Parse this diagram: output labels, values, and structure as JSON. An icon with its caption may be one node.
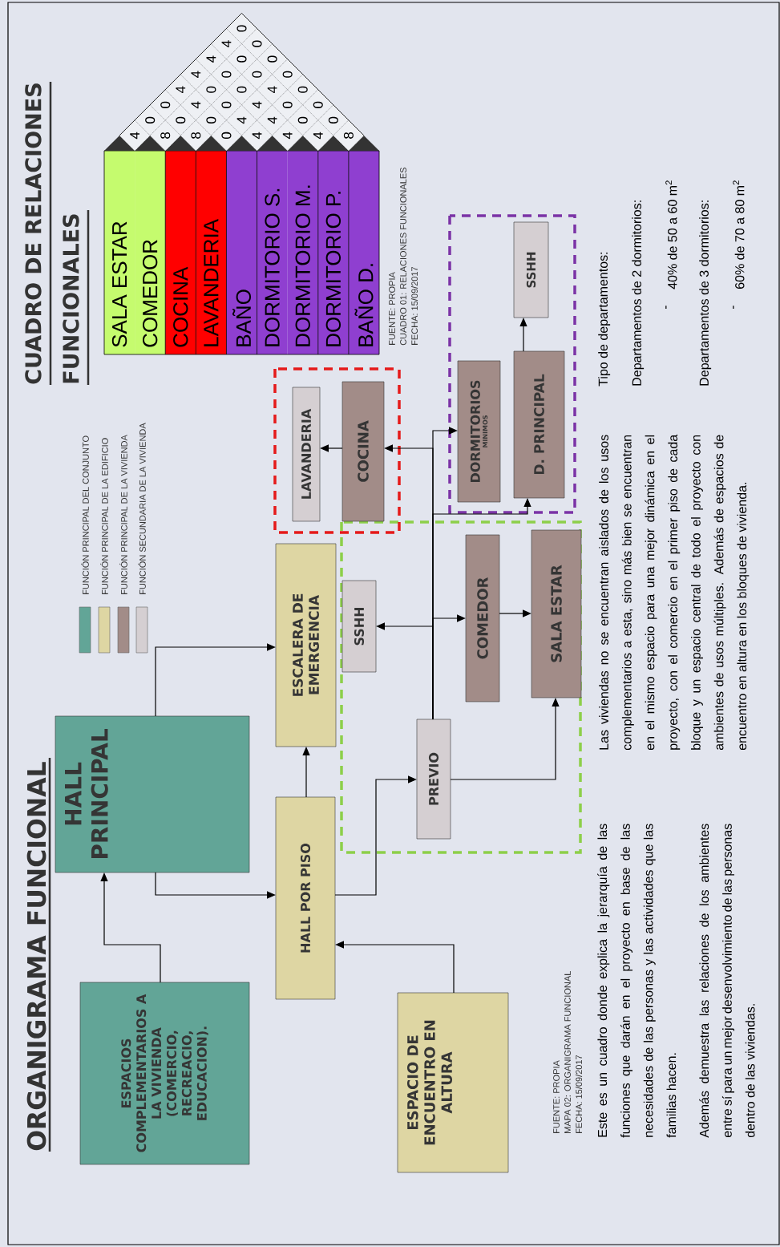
{
  "diagram": {
    "title": "ORGANIGRAMA FUNCIONAL",
    "nodes": [
      {
        "text": [
          "HALL PRINCIPAL"
        ]
      },
      {
        "text": [
          "ESPACIOS COMPLEMENTARIOS A LA VIVIENDA (COMERCIO, RECREACIO, EDUCACION)."
        ]
      },
      {
        "text": [
          "HALL POR PISO"
        ]
      },
      {
        "text": [
          "ESCALERA DE EMERGENCIA"
        ]
      },
      {
        "text": [
          "ESPACIO DE ENCUENTRO EN ALTURA"
        ]
      },
      {
        "text": [
          "PREVIO"
        ]
      },
      {
        "text": [
          "SSHH"
        ]
      },
      {
        "text": [
          "COMEDOR"
        ]
      },
      {
        "text": [
          "SALA ESTAR"
        ]
      },
      {
        "text": [
          "LAVANDERIA"
        ]
      },
      {
        "text": [
          "COCINA"
        ]
      },
      {
        "text": [
          "DORMITORIOS",
          "MINIMOS"
        ]
      },
      {
        "text": [
          "D. PRINCIPAL"
        ]
      },
      {
        "text": [
          "SSHH"
        ]
      }
    ],
    "edges": [
      {
        "from": 1,
        "to": 0,
        "arrow": "to"
      },
      {
        "from": 0,
        "to": 2,
        "arrow": "to"
      },
      {
        "from": 0,
        "to": 3,
        "arrow": "to"
      },
      {
        "from": 2,
        "to": 3,
        "arrow": "to"
      },
      {
        "from": 4,
        "to": 2,
        "arrow": "to"
      },
      {
        "from": 2,
        "to": 5,
        "arrow": "to"
      },
      {
        "from": 5,
        "to": 8,
        "arrow": "to"
      },
      {
        "from": 5,
        "to": 6,
        "arrow": "to"
      },
      {
        "from": 5,
        "to": 7,
        "arrow": "to"
      },
      {
        "from": 5,
        "to": 10,
        "arrow": "to"
      },
      {
        "from": 5,
        "to": 11,
        "arrow": "to"
      },
      {
        "from": 5,
        "to": 12,
        "arrow": "to"
      },
      {
        "from": 7,
        "to": 8,
        "arrow": "to"
      },
      {
        "from": 10,
        "to": 9,
        "arrow": "to"
      },
      {
        "from": 12,
        "to": 13,
        "arrow": "to"
      }
    ],
    "labels": [
      "CUADRO DE RELACIONES FUNCIONALES",
      "SALA ESTAR",
      "COMEDOR",
      "COCINA",
      "LAVANDERIA",
      "BAÑO",
      "DORMITORIO S.",
      "DORMITORIO M.",
      "DORMITORIO P.",
      "BAÑO D.",
      "4",
      "0",
      "0",
      "4",
      "4",
      "4",
      "4",
      "0",
      "8",
      "0",
      "4",
      "0",
      "0",
      "0",
      "0",
      "8",
      "0",
      "0",
      "0",
      "0",
      "0",
      "0",
      "4",
      "4",
      "4",
      "0",
      "4",
      "4",
      "0",
      "0",
      "4",
      "0",
      "0",
      "4",
      "0",
      "8",
      "FUENTE: PROPIA",
      "CUADRO 01: RELACIONES FUNCIONALES",
      "FECHA: 15/09/2017",
      "FUENTE: PROPIA",
      "MAPA 02: ORGANIGRAMA FUNCIONAL",
      "FECHA: 15/09/2017",
      "Este es un cuadro donde explica la jerarquía de las funciones que darán en el proyecto en base de las necesidades de las personas y las actividades que las familias hacen.",
      "Además demuestra las relaciones de los ambientes entre sí para un mejor desenvolvimiento de las personas dentro de las viviendas.",
      "Las viviendas no se encuentran aislados de los usos complementarios a esta, sino más bien se encuentran en el mismo espacio para una mejor dinámica en el proyecto, con el comercio en el primer piso de cada bloque y un espacio central de todo el proyecto con ambientes de usos múltiples. Además de espacios de encuentro en altura en los bloques de vivienda.",
      "Tipo de departamentos:",
      "Departamentos de 2 dormitorios:",
      "-",
      "40% de 50 a 60 m$^{2}$",
      "Departamentos de 3 dormitorios:",
      "-",
      "60% de 70 a 80 m$^{2}$"
    ],
    "legend": [
      {
        "text": "FUNCIÓN PRINCIPAL DEL CONJUNTO",
        "color": "#62a597"
      },
      {
        "text": "FUNCIÓN PRINCIPAL DE LA EDIFICIO",
        "color": "#ded6a3"
      },
      {
        "text": "FUNCIÓN PRINCIPAL DE LA VIVIENDA",
        "color": "#a28c88"
      },
      {
        "text": "FUNCIÓN SECUNDARIA DE LA VIVIENDA",
        "color": "#d5cfd2"
      }
    ]
  }
}
